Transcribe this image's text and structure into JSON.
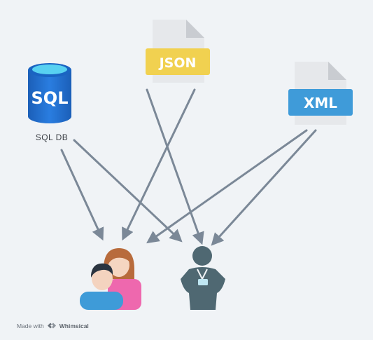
{
  "nodes": {
    "sql": {
      "icon_text": "SQL",
      "label": "SQL DB"
    },
    "json": {
      "icon_text": "JSON"
    },
    "xml": {
      "icon_text": "XML"
    }
  },
  "colors": {
    "arrow": "#7b8897",
    "sql_blue": "#1f6fd0",
    "sql_cyan": "#58d1f1",
    "json_yellow": "#f1d150",
    "xml_blue": "#3f9bd9",
    "doc_paper": "#e5e7ea",
    "people_pink": "#ee68ae",
    "people_blue": "#3e9bd8",
    "staff_slate": "#4f6872"
  },
  "footer": {
    "made_with": "Made with",
    "brand": "Whimsical"
  }
}
